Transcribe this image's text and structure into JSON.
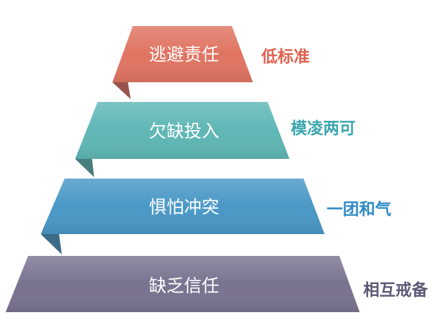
{
  "tiers": [
    {
      "label": "逃避责任",
      "consequence": "低标准",
      "color": "#E07462",
      "consequence_color": "#E0604F"
    },
    {
      "label": "欠缺投入",
      "consequence": "模凌两可",
      "color": "#5FB7B5",
      "consequence_color": "#3AA6AE"
    },
    {
      "label": "惧怕冲突",
      "consequence": "一团和气",
      "color": "#4A98C6",
      "consequence_color": "#2E8BC2"
    },
    {
      "label": "缺乏信任",
      "consequence": "相互戒备",
      "color": "#7A7390",
      "consequence_color": "#5E5877"
    }
  ]
}
